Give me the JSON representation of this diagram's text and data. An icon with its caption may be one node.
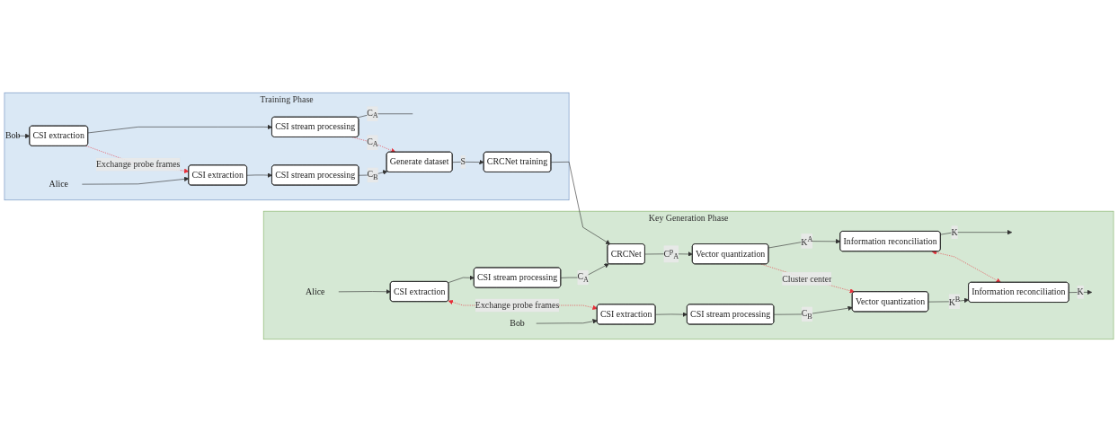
{
  "diagram": {
    "nodes": [
      {
        "text": [
          "Training Phase"
        ]
      },
      {
        "text": [
          "Bob"
        ],
        "in": 0
      },
      {
        "text": [
          "CSI extraction"
        ],
        "in": 0
      },
      {
        "text": [
          "CSI stream processing"
        ],
        "in": 0
      },
      {
        "text": [
          "Alice"
        ],
        "in": 0
      },
      {
        "text": [
          "CSI extraction"
        ],
        "in": 0
      },
      {
        "text": [
          "CSI stream processing"
        ],
        "in": 0
      },
      {
        "text": [
          "Generate dataset"
        ],
        "in": 0
      },
      {
        "text": [
          "CRCNet training"
        ],
        "in": 0
      },
      {
        "text": [
          "Key Generation Phase"
        ]
      },
      {
        "text": [
          "Alice"
        ],
        "in": 9
      },
      {
        "text": [
          "CSI extraction"
        ],
        "in": 9
      },
      {
        "text": [
          "CSI stream processing"
        ],
        "in": 9
      },
      {
        "text": [
          "CRCNet"
        ],
        "in": 9
      },
      {
        "text": [
          "Vector quantization"
        ],
        "in": 9
      },
      {
        "text": [
          "Information reconciliation"
        ],
        "in": 9
      },
      {
        "text": [
          "Bob"
        ],
        "in": 9
      },
      {
        "text": [
          "CSI extraction"
        ],
        "in": 9
      },
      {
        "text": [
          "CSI stream processing"
        ],
        "in": 9
      },
      {
        "text": [
          "Vector quantization"
        ],
        "in": 9
      },
      {
        "text": [
          "Information reconciliation"
        ],
        "in": 9
      }
    ],
    "edges": [
      {
        "from": 1,
        "to": 2,
        "arrow": "to"
      },
      {
        "from": 2,
        "to": 3,
        "arrow": "to"
      },
      {
        "from": 2,
        "to": 5,
        "arrow": "to",
        "label": "Exchange probe frames",
        "style": "dashed",
        "color": "#e8303a"
      },
      {
        "from": 3,
        "to": null,
        "arrow": "none",
        "label": "C$_{A}$"
      },
      {
        "from": 3,
        "to": 7,
        "arrow": "to",
        "label": "C$_{A}$",
        "style": "dashed",
        "color": "#e8303a"
      },
      {
        "from": 4,
        "to": 5,
        "arrow": "to"
      },
      {
        "from": 5,
        "to": 6,
        "arrow": "to"
      },
      {
        "from": 6,
        "to": 7,
        "arrow": "to",
        "label": "C$_{B}$"
      },
      {
        "from": 7,
        "to": 8,
        "arrow": "to",
        "label": "S"
      },
      {
        "from": 8,
        "to": 13,
        "arrow": "to"
      },
      {
        "from": 10,
        "to": 11,
        "arrow": "to"
      },
      {
        "from": 11,
        "to": 12,
        "arrow": "to"
      },
      {
        "from": 12,
        "to": 13,
        "arrow": "to",
        "label": "C$_{A}$"
      },
      {
        "from": 13,
        "to": 14,
        "arrow": "to",
        "label": "C$^{p}$$_{A}$"
      },
      {
        "from": 14,
        "to": 15,
        "arrow": "to",
        "label": "K$^{A}$"
      },
      {
        "from": 15,
        "to": null,
        "arrow": "to",
        "label": "K"
      },
      {
        "from": 11,
        "to": 17,
        "arrow": "both",
        "label": "Exchange probe frames",
        "style": "dashed",
        "color": "#e8303a"
      },
      {
        "from": 14,
        "to": 19,
        "arrow": "to",
        "label": "Cluster center",
        "style": "dashed",
        "color": "#e8303a"
      },
      {
        "from": 15,
        "to": 20,
        "arrow": "both",
        "style": "dashed",
        "color": "#e8303a"
      },
      {
        "from": 16,
        "to": 17,
        "arrow": "to"
      },
      {
        "from": 17,
        "to": 18,
        "arrow": "to"
      },
      {
        "from": 18,
        "to": 19,
        "arrow": "to",
        "label": "C$_{B}$"
      },
      {
        "from": 19,
        "to": 20,
        "arrow": "to",
        "label": "K$^{B}$"
      },
      {
        "from": 20,
        "to": null,
        "arrow": "to",
        "label": "K"
      }
    ]
  }
}
